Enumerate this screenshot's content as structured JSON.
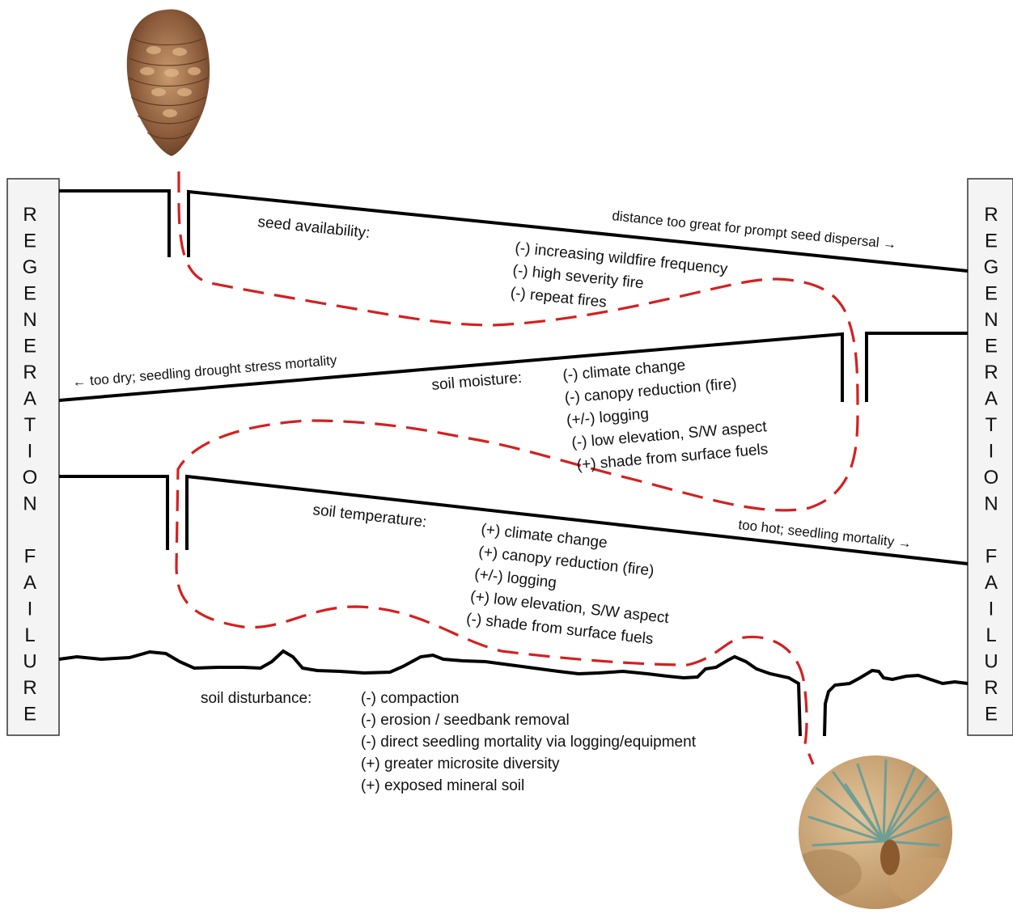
{
  "side_panels": {
    "left": "REGENERATION FAILURE",
    "right": "REGENERATION FAILURE"
  },
  "seed_availability": {
    "title": "seed availability:",
    "limit_note": "distance too great for prompt seed dispersal →",
    "factors": [
      "(-)  increasing wildfire frequency",
      "(-) high severity fire",
      "(-) repeat fires"
    ]
  },
  "soil_moisture": {
    "title": "soil moisture:",
    "limit_note": "← too dry; seedling drought stress mortality",
    "factors": [
      "(-) climate change",
      "(-) canopy reduction (fire)",
      "(+/-) logging",
      "(-) low elevation, S/W aspect",
      "(+) shade from surface fuels"
    ]
  },
  "soil_temperature": {
    "title": "soil temperature:",
    "limit_note": "too hot; seedling mortality →",
    "factors": [
      "(+) climate change",
      "(+) canopy reduction (fire)",
      "(+/-) logging",
      "(+) low elevation, S/W aspect",
      "(-) shade from surface fuels"
    ]
  },
  "soil_disturbance": {
    "title": "soil disturbance:",
    "factors": [
      "(-) compaction",
      "(-) erosion / seedbank removal",
      "(-) direct seedling mortality via logging/equipment",
      "(+) greater microsite diversity",
      "(+) exposed mineral soil"
    ]
  },
  "colors": {
    "line": "#000000",
    "pathway": "#d42020",
    "pillar_fill": "#f4f4f4",
    "cone": "#8a5a3a",
    "seedling": "#6f9e95",
    "seedling_bg": "#c9a77a"
  },
  "images": {
    "top": "pine-cone-photo",
    "bottom": "pine-seedling-photo"
  }
}
